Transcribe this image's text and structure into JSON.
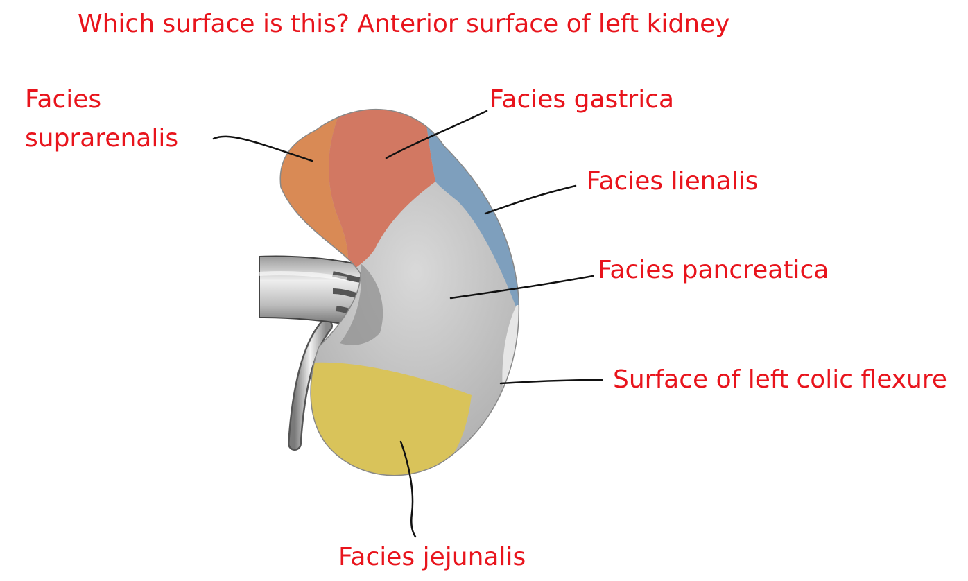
{
  "title": "Which surface is this? Anterior surface of left kidney",
  "labels": {
    "suprarenalis_line1": "Facies",
    "suprarenalis_line2": "suprarenalis",
    "gastrica": "Facies gastrica",
    "lienalis": "Facies lienalis",
    "pancreatica": "Facies pancreatica",
    "colic_flexure": "Surface of left colic flexure",
    "jejunalis": "Facies jejunalis"
  },
  "colors": {
    "text": "#e8141c",
    "suprarenal": "#d98a55",
    "gastric": "#d27862",
    "splenic": "#7e9fbd",
    "pancreatic": "#c8c8c8",
    "colic": "#e6e6e6",
    "jejunal": "#d9c35a",
    "leader_line": "#111111"
  }
}
